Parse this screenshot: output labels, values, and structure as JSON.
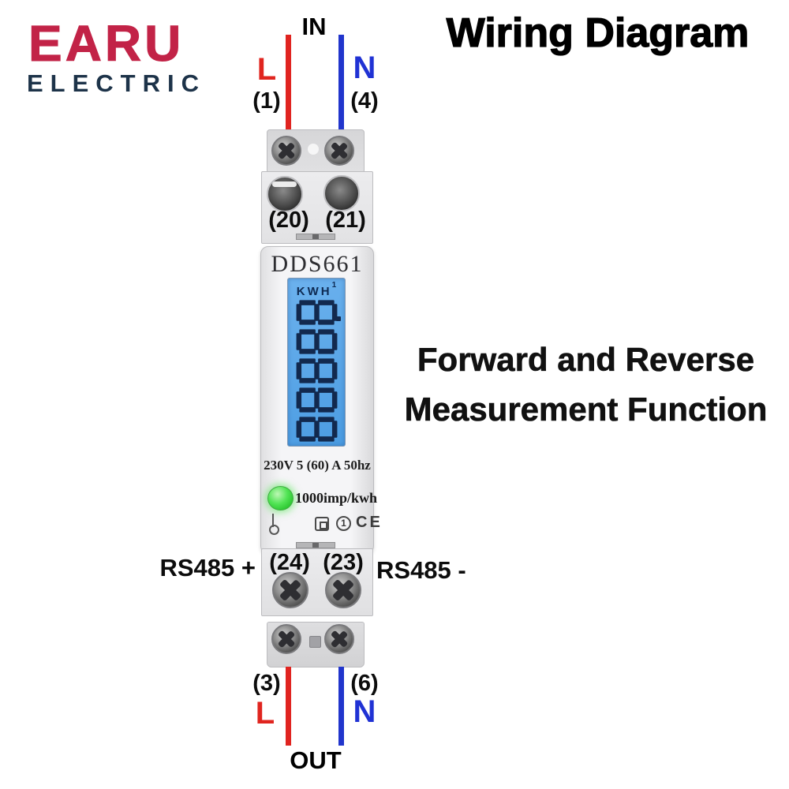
{
  "brand": {
    "name": "EARU",
    "subtitle": "ELECTRIC",
    "name_color": "#c22347",
    "subtitle_color": "#1d3349"
  },
  "title": "Wiring Diagram",
  "feature": {
    "line1": "Forward and Reverse",
    "line2": "Measurement Function"
  },
  "meter": {
    "model": "DDS661",
    "lcd": {
      "unit": "KWH",
      "unit_superscript": "1",
      "display_value": "88888",
      "backlight_color": "#55a6ea",
      "segment_color": "#12294e"
    },
    "rating": "230V 5 (60) A 50hz",
    "pulse_constant": "1000imp/kwh",
    "led_color": "#3ede3e",
    "accuracy_class": "1",
    "ce_mark": "CE"
  },
  "wiring": {
    "input": {
      "label": "IN",
      "live": "L",
      "live_terminal": "(1)",
      "neutral": "N",
      "neutral_terminal": "(4)"
    },
    "output": {
      "label": "OUT",
      "live": "L",
      "live_terminal": "(3)",
      "neutral": "N",
      "neutral_terminal": "(6)"
    },
    "pulse_terminals": {
      "left": "(20)",
      "right": "(21)"
    },
    "rs485": {
      "positive": "RS485 +",
      "positive_terminal": "(24)",
      "negative_terminal": "(23)",
      "negative": "RS485 -"
    },
    "live_color": "#e02420",
    "neutral_color": "#2135cc"
  }
}
